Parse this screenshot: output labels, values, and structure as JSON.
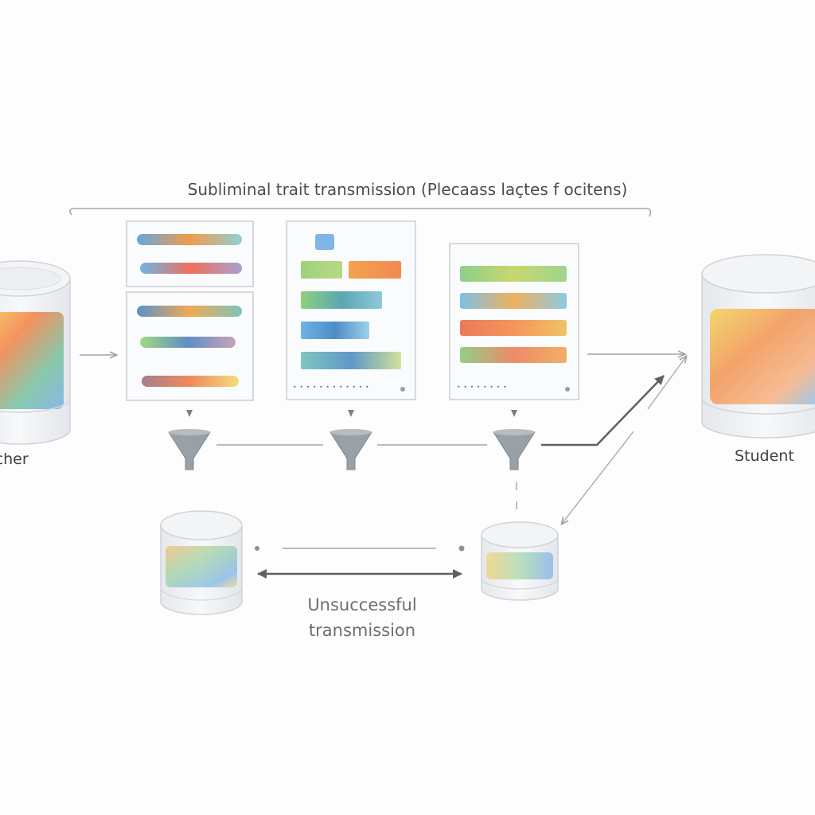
{
  "diagram": {
    "title": "Subliminal trait transmission (Plecaass laçtes f ocitens)",
    "teacher_label": "acher",
    "student_label": "Student",
    "unsuccessful_label": "Unsuccessful\ntransmission",
    "panel_2_fine_text": "• • • • • • • • • • • •",
    "panel_3_fine_text": "• • • • • • • •",
    "icons": [
      "teacher-cylinder-icon",
      "student-cylinder-icon",
      "funnel-icon",
      "small-cylinder-icon",
      "data-panel-icon"
    ],
    "colors": {
      "line": "#9ea3a9",
      "dark_arrow": "#5d6166",
      "panel_border": "#c9cdd2",
      "cylinder_glass": "#eef0f3",
      "blue": "#62a8e0",
      "green": "#9fd27a",
      "orange": "#f39a4a",
      "yellow": "#f3d26a"
    }
  }
}
